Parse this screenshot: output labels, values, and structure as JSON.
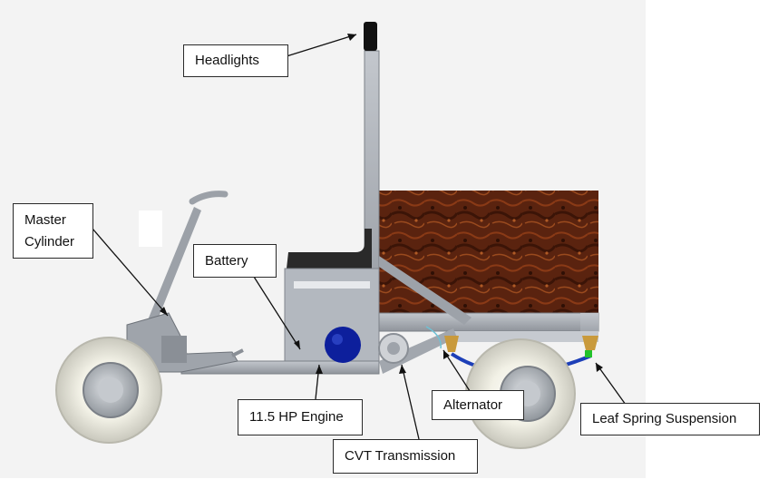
{
  "labels": {
    "headlights": "Headlights",
    "master_cylinder_line1": "Master",
    "master_cylinder_line2": "Cylinder",
    "battery": "Battery",
    "engine": "11.5 HP Engine",
    "alternator": "Alternator",
    "cvt": "CVT Transmission",
    "leaf_spring": "Leaf Spring Suspension"
  },
  "colors": {
    "frame": "#a9aeb6",
    "cargo_bed": "#5c2410",
    "engine": "#0d1f9c",
    "tire": "#f2f1e6",
    "mount": "#c99a3c",
    "spring": "#1d3fb8",
    "spring_accent": "#22c22a",
    "seat": "#2a2a2a",
    "headlight": "#111111"
  }
}
